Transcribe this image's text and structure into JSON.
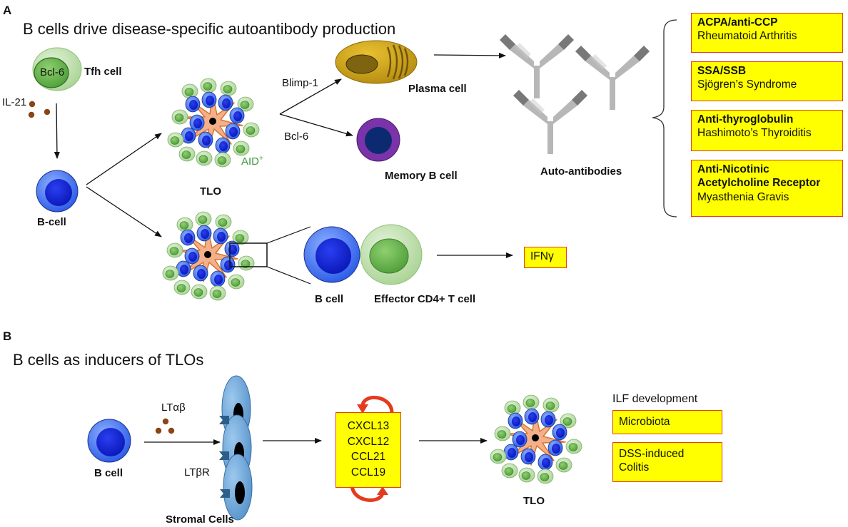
{
  "panels": {
    "a": "A",
    "b": "B"
  },
  "titles": {
    "a": "B cells drive disease-specific autoantibody production",
    "b": "B cells as inducers of TLOs"
  },
  "labels": {
    "bcl6_inner": "Bcl-6",
    "tfh_cell": "Tfh cell",
    "il21": "IL-21",
    "b_cell_a": "B-cell",
    "tlo_a": "TLO",
    "aid": "AID",
    "aid_sup": "+",
    "blimp1": "Blimp-1",
    "bcl6_arrow": "Bcl-6",
    "plasma_cell": "Plasma cell",
    "memory_b_cell": "Memory B cell",
    "auto_antibodies": "Auto-antibodies",
    "b_cell_zoom": "B cell",
    "effector_cd4": "Effector CD4+ T cell",
    "ifng": "IFNγ",
    "b_cell_b": "B cell",
    "lt_ab": "LTαβ",
    "lt_br": "LTβR",
    "stromal_cells": "Stromal Cells",
    "tlo_b": "TLO",
    "ilf_development": "ILF development"
  },
  "diseases": [
    {
      "antibody": "ACPA/anti-CCP",
      "disease": "Rheumatoid Arthritis"
    },
    {
      "antibody": "SSA/SSB",
      "disease": "Sjögren’s Syndrome"
    },
    {
      "antibody": "Anti-thyroglobulin",
      "disease": "Hashimoto’s Thyroiditis"
    },
    {
      "antibody": "Anti-Nicotinic Acetylcholine Receptor",
      "disease": "Myasthenia Gravis"
    }
  ],
  "chemokines": [
    "CXCL13",
    "CXCL12",
    "CCL21",
    "CCL19"
  ],
  "ilf_factors": [
    "Microbiota",
    "DSS-induced Colitis"
  ],
  "colors": {
    "bcell_outer": "#3a6ff0",
    "bcell_inner": "#0b20d0",
    "tcell_outer": "#b9dca8",
    "tcell_inner": "#6fbf58",
    "dendritic": "#f0a57a",
    "plasma": "#c9a018",
    "memory_outer": "#7a33a8",
    "memory_inner": "#0b2a70",
    "antibody": "#b5b5b5",
    "stromal": "#6aa6d8",
    "highlight_box": "#ffff00",
    "box_border": "#e04020",
    "cytokine_dot": "#8b4513",
    "aid_text": "#3a9a3a",
    "cycle_arrow": "#e53a1e"
  }
}
